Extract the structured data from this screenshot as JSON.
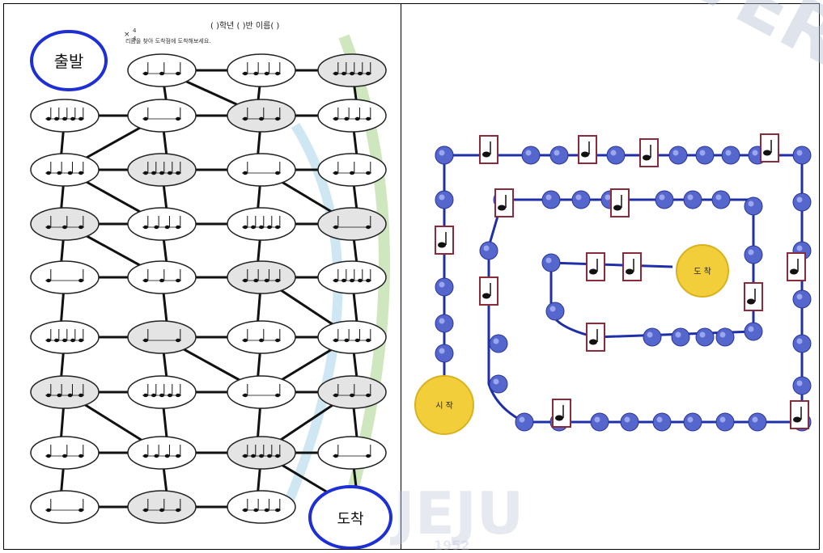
{
  "worksheet": {
    "header": "(      )학년 (      )반 이름(                )",
    "instruction": "리듬을 찾아 도착점에 도착해보세요.",
    "start_label": "출발",
    "finish_label": "도착"
  },
  "boardgame": {
    "start_label": "시 작",
    "finish_label": "도 착"
  },
  "watermark": {
    "arc_text": "VERSITY",
    "logo_text": "JEJU",
    "year": "1952"
  },
  "colors": {
    "node_blue": "#5566cc",
    "path_blue": "#1f2fa8",
    "gold": "#f2cf3a",
    "box_border": "#8a2a3a",
    "circle_blue": "#1e2fd6"
  }
}
